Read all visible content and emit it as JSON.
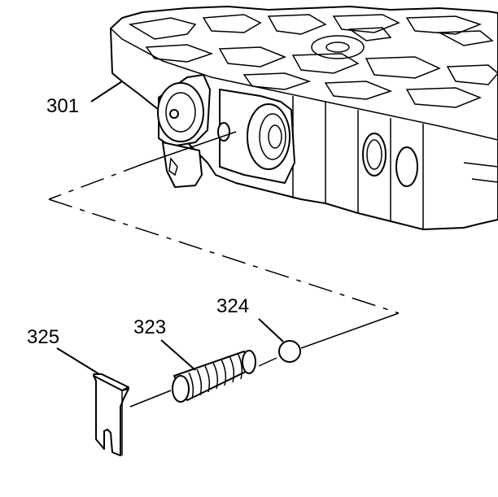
{
  "callouts": [
    {
      "id": "301",
      "text": "301"
    },
    {
      "id": "324",
      "text": "324"
    },
    {
      "id": "323",
      "text": "323"
    },
    {
      "id": "325",
      "text": "325"
    }
  ]
}
